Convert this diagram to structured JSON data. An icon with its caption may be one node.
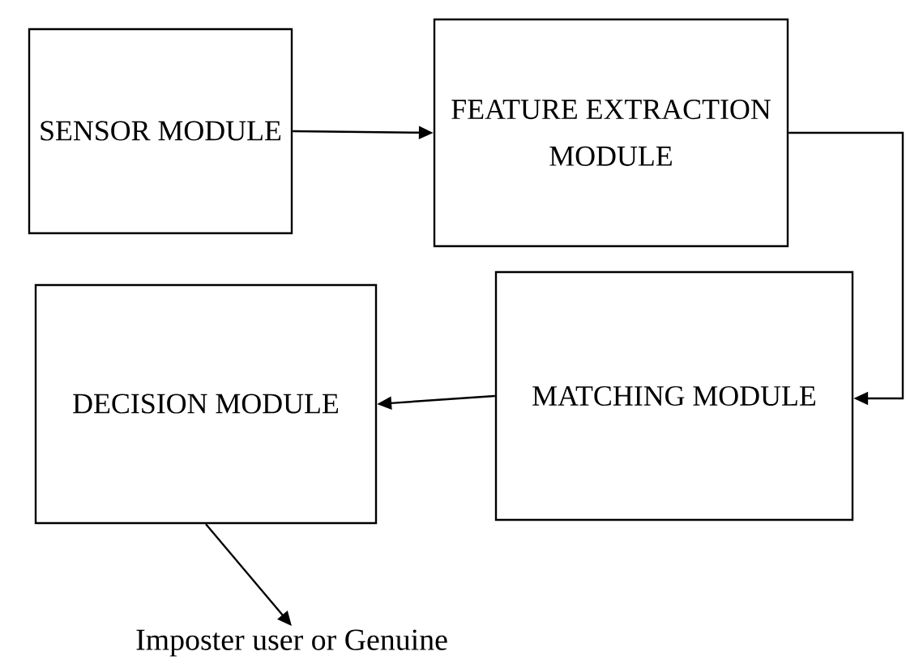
{
  "diagram": {
    "nodes": [
      {
        "text": [
          "SENSOR MODULE"
        ]
      },
      {
        "text": [
          "FEATURE EXTRACTION MODULE"
        ]
      },
      {
        "text": [
          "MATCHING MODULE"
        ]
      },
      {
        "text": [
          "DECISION MODULE"
        ]
      },
      {
        "text": [
          "Imposter user or Genuine"
        ]
      }
    ],
    "edges": [
      {
        "from": 0,
        "to": 1,
        "arrow": "to"
      },
      {
        "from": 1,
        "to": 2,
        "arrow": "to"
      },
      {
        "from": 2,
        "to": 3,
        "arrow": "to"
      },
      {
        "from": 3,
        "to": 4,
        "arrow": "to"
      }
    ]
  }
}
